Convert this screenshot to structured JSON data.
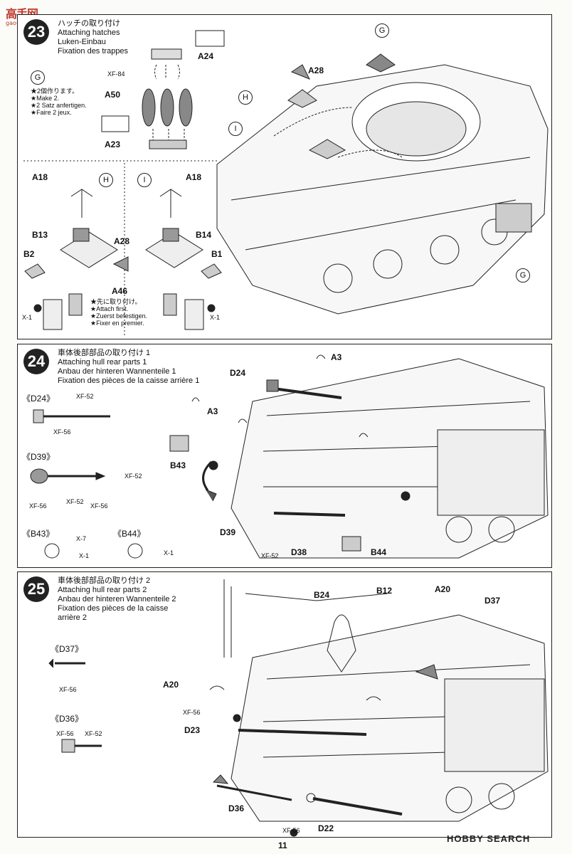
{
  "watermark": {
    "site_cn": "高手网",
    "site_url": "gao-shou.net"
  },
  "page_number": "11",
  "footer_watermark": "HOBBY SEARCH",
  "step23": {
    "number": "23",
    "title_jp": "ハッチの取り付け",
    "title_en": "Attaching hatches",
    "title_de": "Luken-Einbau",
    "title_fr": "Fixation des trappes",
    "note_g": {
      "jp": "★2個作ります。",
      "en": "★Make 2.",
      "de": "★2 Satz anfertigen.",
      "fr": "★Faire 2 jeux."
    },
    "note_a46": {
      "jp": "★先に取り付け。",
      "en": "★Attach first.",
      "de": "★Zuerst befestigen.",
      "fr": "★Fixer en premier."
    },
    "labels": {
      "a24": "A24",
      "xf84": "XF-84",
      "a50": "A50",
      "a23": "A23",
      "g": "G",
      "h": "H",
      "i": "I",
      "a18": "A18",
      "b13": "B13",
      "b2": "B2",
      "a28": "A28",
      "b14": "B14",
      "b1": "B1",
      "a46": "A46",
      "x1": "X-1"
    }
  },
  "step24": {
    "number": "24",
    "title_jp": "車体後部部品の取り付け 1",
    "title_en": "Attaching hull rear parts 1",
    "title_de": "Anbau der hinteren Wannenteile 1",
    "title_fr": "Fixation des pièces de la caisse arrière 1",
    "labels": {
      "d24": "D24",
      "a3": "A3",
      "b43": "B43",
      "d39": "D39",
      "d38": "D38",
      "b44": "B44",
      "xf52": "XF-52",
      "xf56": "XF-56",
      "xf7": "X-7",
      "x1": "X-1",
      "d24_sub": "《D24》",
      "d39_sub": "《D39》",
      "b43_sub": "《B43》",
      "b44_sub": "《B44》"
    }
  },
  "step25": {
    "number": "25",
    "title_jp": "車体後部部品の取り付け 2",
    "title_en": "Attaching hull rear parts 2",
    "title_de": "Anbau der hinteren Wannenteile 2",
    "title_fr": "Fixation des pièces de la caisse",
    "title_fr2": "arrière 2",
    "labels": {
      "b24": "B24",
      "b12": "B12",
      "a20": "A20",
      "d37": "D37",
      "d23": "D23",
      "d36": "D36",
      "d22": "D22",
      "xf56": "XF-56",
      "xf52": "XF-52",
      "d37_sub": "《D37》",
      "d36_sub": "《D36》"
    }
  }
}
